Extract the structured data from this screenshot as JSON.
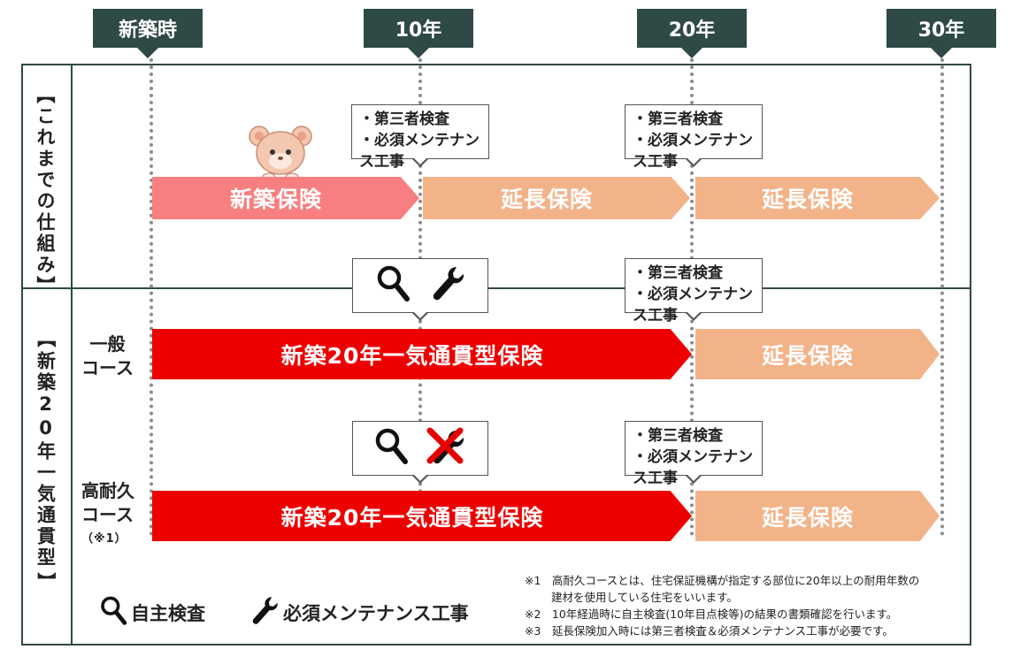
{
  "milestones": [
    "新築時",
    "10年",
    "20年",
    "30年"
  ],
  "sections": {
    "top": "【これまでの仕組み】",
    "bottom_open": "【",
    "bottom_body": "新築20年一気通貫型",
    "bottom_close": "】"
  },
  "callout_inspection": {
    "line1": "・第三者検査",
    "line2": "・必須メンテナンス工事"
  },
  "arrows": {
    "shinchiku": "新築保険",
    "encho": "延長保険",
    "ikki": "新築20年一気通貫型保険"
  },
  "courses": {
    "general_line1": "一般",
    "general_line2": "コース",
    "durable_line1": "高耐久",
    "durable_line2": "コース",
    "durable_note": "（※1）"
  },
  "legend": {
    "self_inspection": "自主検査",
    "maintenance": "必須メンテナンス工事"
  },
  "notes": {
    "n1a": "※1　高耐久コースとは、住宅保証機構が指定する部位に20年以上の耐用年数の",
    "n1b": "建材を使用している住宅をいいます。",
    "n2": "※2　10年経過時に自主検査(10年目点検等)の結果の書類確認を行います。",
    "n3": "※3　延長保険加入時には第三者検査＆必須メンテナンス工事が必要です。"
  },
  "colors": {
    "dark_green": "#2f4a46",
    "pink": "#f77f7f",
    "peach": "#f3b389",
    "red": "#ee0000"
  },
  "icons": [
    "magnifier-icon",
    "wrench-icon",
    "crossed-wrench-icon",
    "mascot-bear-icon"
  ]
}
